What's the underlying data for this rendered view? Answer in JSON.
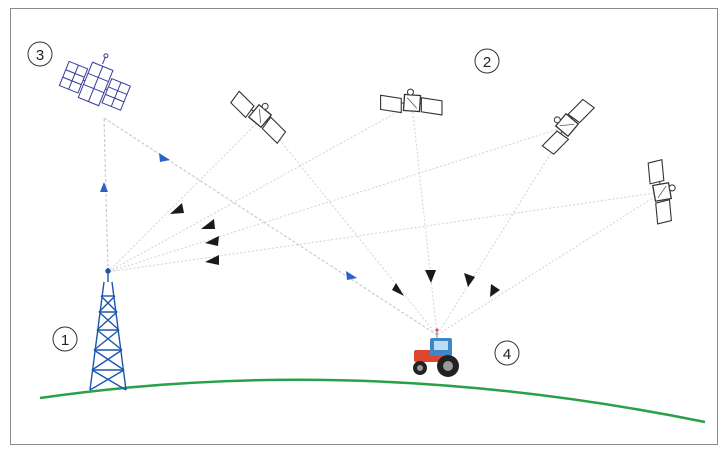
{
  "labels": {
    "tower": "1",
    "satellites": "2",
    "geo_satellite": "3",
    "vehicle": "4"
  },
  "colors": {
    "frame": "#8a8a8a",
    "ground": "#2aa04a",
    "tower": "#1a56b0",
    "geo_satellite": "#3a3a9a",
    "signal_line": "#d2d2d2",
    "correction_line": "#c4cbe0",
    "arrow_dark": "#1a1a1a",
    "arrow_blue": "#2a62c8",
    "tractor_body": "#e0462e",
    "tractor_cab": "#3f86c6"
  },
  "icons": {
    "tower": "radio-tower-icon",
    "satellite": "satellite-icon",
    "geo_satellite": "geostationary-satellite-icon",
    "vehicle": "tractor-icon"
  }
}
